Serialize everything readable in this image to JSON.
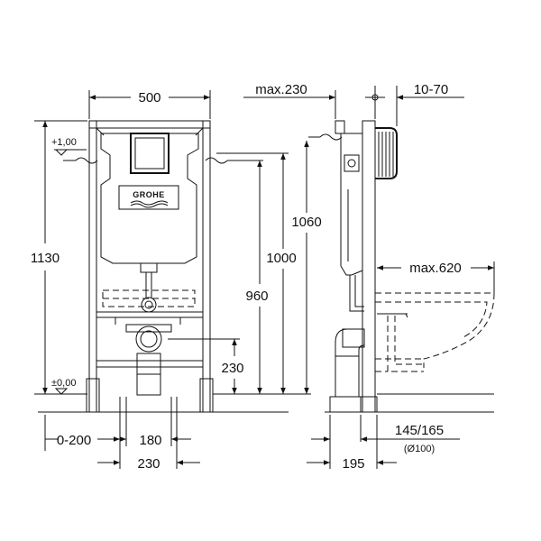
{
  "front_view": {
    "width": "500",
    "height_total": "1130",
    "level_plus": "+1,00",
    "level_zero": "±0,00",
    "height_230": "230",
    "height_960": "960",
    "height_1000": "1000",
    "height_1060": "1060",
    "offset": "0-200",
    "spacing_180": "180",
    "spacing_230": "230",
    "brand": "GROHE"
  },
  "side_view": {
    "max_230": "max.230",
    "range_10_70": "10-70",
    "max_620": "max.620",
    "depth_195": "195",
    "pipe": "145/165",
    "pipe_diameter": "(Ø100)"
  }
}
